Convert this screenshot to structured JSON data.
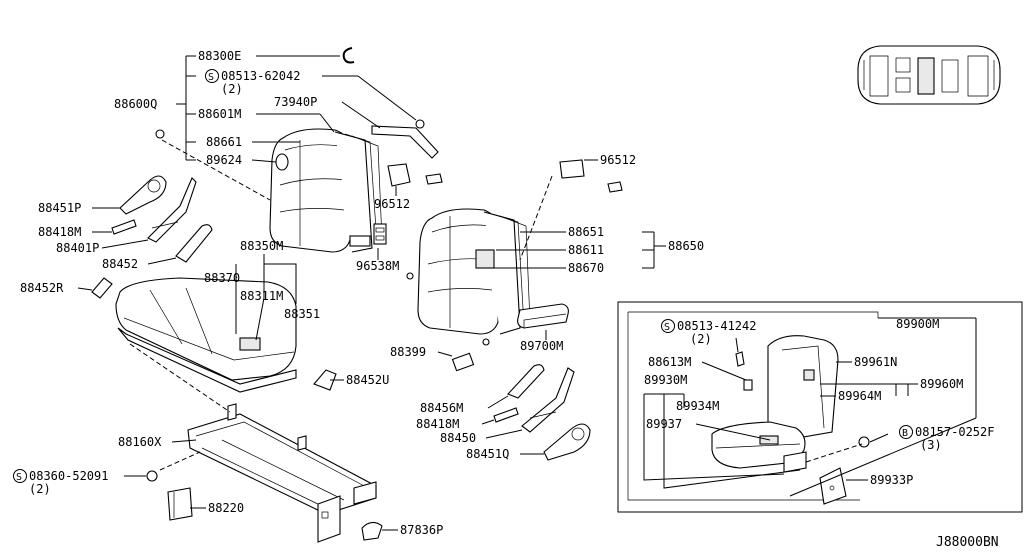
{
  "diagram_code": "J88000BN",
  "labels": {
    "p88300E": "88300E",
    "p08513_62042": "08513-62042",
    "p08513_62042_qty": "(2)",
    "p88600Q": "88600Q",
    "p73940P": "73940P",
    "p88601M": "88601M",
    "p88661": "88661",
    "p89624": "89624",
    "p96512_a": "96512",
    "p96512_b": "96512",
    "p88451P": "88451P",
    "p88418M_a": "88418M",
    "p88401P": "88401P",
    "p88452": "88452",
    "p96538M": "96538M",
    "p88350M": "88350M",
    "p88370": "88370",
    "p88311M": "88311M",
    "p88351": "88351",
    "p88452R": "88452R",
    "p88651": "88651",
    "p88611": "88611",
    "p88670": "88670",
    "p88650": "88650",
    "p88399": "88399",
    "p89700M": "89700M",
    "p88452U": "88452U",
    "p88456M": "88456M",
    "p88418M_b": "88418M",
    "p88450": "88450",
    "p88451Q": "88451Q",
    "p88160X": "88160X",
    "p08360_52091": "08360-52091",
    "p08360_52091_qty": "(2)",
    "p88220": "88220",
    "p87836P": "87836P",
    "p89900M": "89900M",
    "p08513_41242": "08513-41242",
    "p08513_41242_qty": "(2)",
    "p88613M": "88613M",
    "p89961N": "89961N",
    "p89930M": "89930M",
    "p89934M": "89934M",
    "p89960M": "89960M",
    "p89964M": "89964M",
    "p89937": "89937",
    "p08157_0252F": "08157-0252F",
    "p08157_0252F_qty": "(3)",
    "p89933P": "89933P"
  },
  "markers": {
    "screw_s": "S",
    "bolt_b": "B"
  }
}
